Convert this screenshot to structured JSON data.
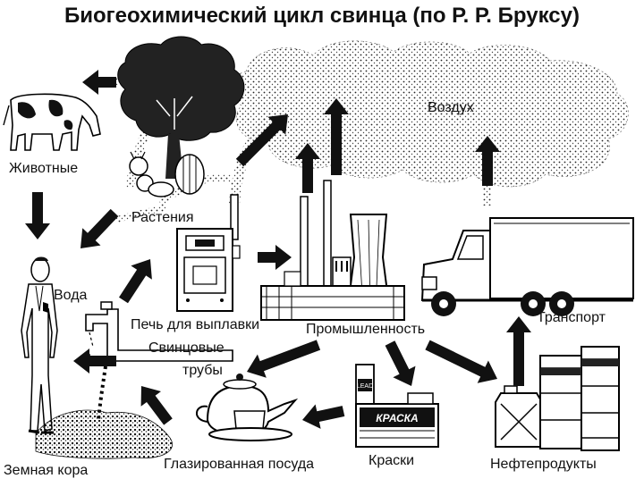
{
  "title": "Биогеохимический цикл свинца (по Р. Р. Бруксу)",
  "nodes": {
    "air": "Воздух",
    "animals": "Животные",
    "plants": "Растения",
    "water": "Вода",
    "smelter": "Печь для выплавки",
    "pipes_line1": "Свинцовые",
    "pipes_line2": "трубы",
    "industry": "Промышленность",
    "transport": "Транспорт",
    "earth_crust": "Земная кора",
    "glazed_dishes": "Глазированная посуда",
    "paints": "Краски",
    "petroleum": "Нефтепродукты"
  },
  "illustrations": {
    "paint_package_text": "КРАСКА",
    "paint_can_text": "LEAD",
    "icons": [
      "cow-icon",
      "tree-icon",
      "person-icon",
      "furnace-icon",
      "factory-icon",
      "truck-icon",
      "faucet-icon",
      "teapot-icon",
      "paint-can-icon",
      "canister-icon",
      "soil-icon",
      "cloud-icon"
    ]
  },
  "colors": {
    "ink": "#111111",
    "background": "#ffffff"
  }
}
